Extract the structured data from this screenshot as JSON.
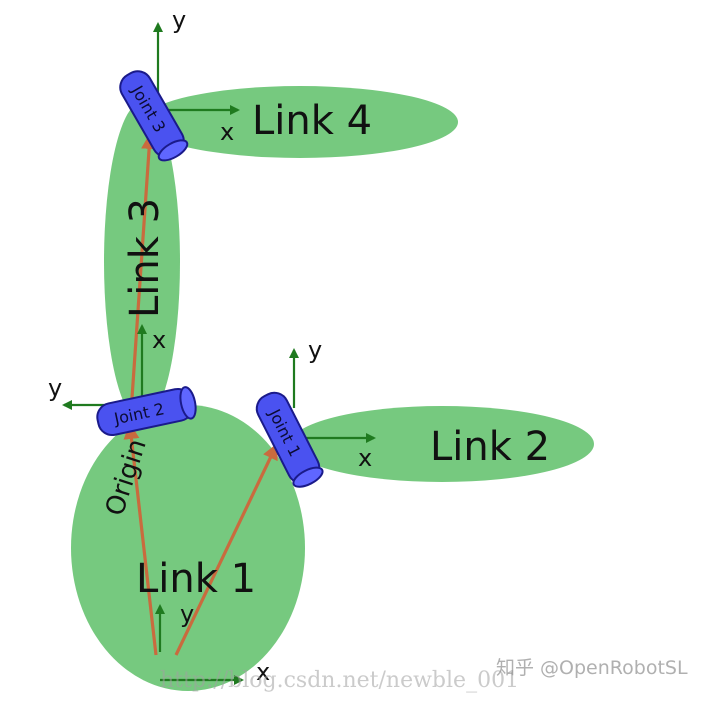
{
  "labels": {
    "link1": "Link 1",
    "link2": "Link 2",
    "link3": "Link 3",
    "link4": "Link 4",
    "origin": "Origin",
    "joint1": "Joint 1",
    "joint2": "Joint 2",
    "joint3": "Joint 3"
  },
  "axes": {
    "base_x": "x",
    "base_y": "y",
    "j1_x": "x",
    "j1_y": "y",
    "j2_x": "x",
    "j2_y": "y",
    "j3_x": "x",
    "j3_y": "y"
  },
  "colors": {
    "link": "#76c97f",
    "joint": "#4a52f0",
    "axis": "#1f7a1f",
    "vector": "#c96b3e"
  },
  "watermark": {
    "url": "http://blog.csdn.net/newble_001",
    "credit": "知乎 @OpenRobotSL"
  }
}
